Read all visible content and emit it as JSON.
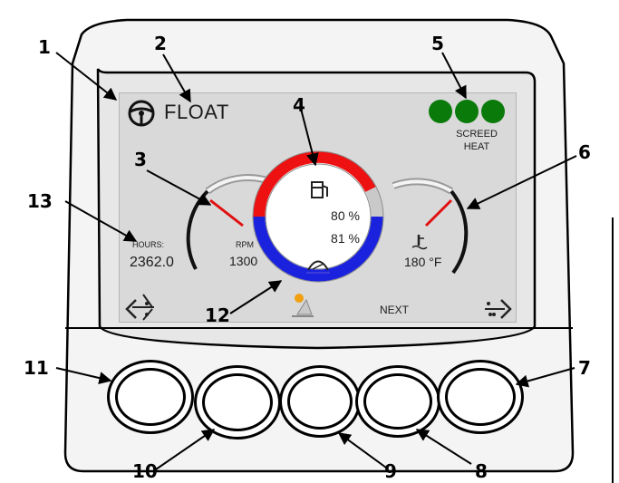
{
  "screen": {
    "mode_label": "FLOAT",
    "screed_heat": {
      "line1": "SCREED",
      "line2": "HEAT",
      "indicator_color": "#0a7a0a"
    },
    "hours_label": "HOURS:",
    "hours_value": "2362.0",
    "rpm_label": "RPM",
    "rpm_value": "1300",
    "fuel_value": "80 %",
    "def_value": "81 %",
    "temp_value": "180 °F",
    "next_label": "NEXT",
    "colors": {
      "fuel_arc": "#ee1111",
      "def_arc": "#1a22dd",
      "needle": "#e01010"
    }
  },
  "icons": {
    "steering": "steering-wheel-icon",
    "fuel": "fuel-pump-icon",
    "def": "def-fluid-icon",
    "coolant": "coolant-temperature-icon",
    "left_nav": "left-navigation-icon",
    "right_nav": "right-navigation-icon",
    "light": "work-light-icon"
  },
  "callouts": [
    "1",
    "2",
    "3",
    "4",
    "5",
    "6",
    "7",
    "8",
    "9",
    "10",
    "11",
    "12",
    "13"
  ]
}
